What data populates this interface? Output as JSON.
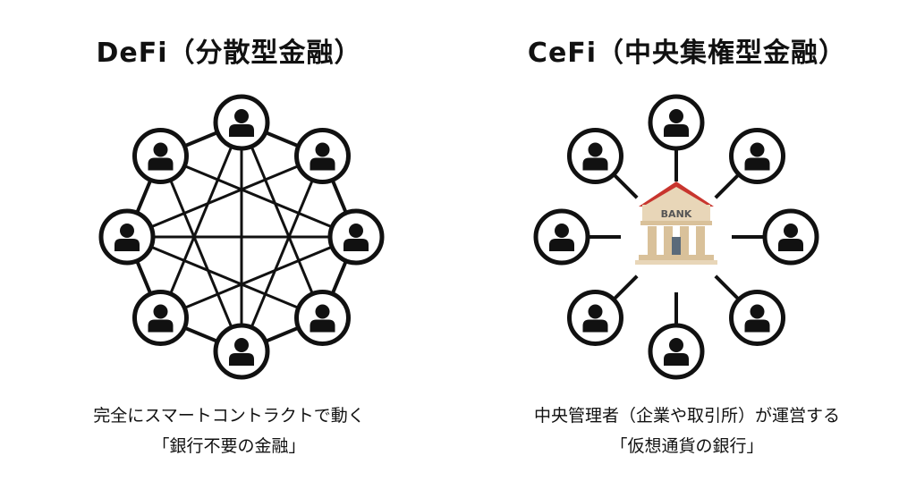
{
  "defi": {
    "title": "DeFi（分散型金融）",
    "caption_line1": "完全にスマートコントラクトで動く",
    "caption_line2": "「銀行不要の金融」",
    "highlight_color": "#f9d84a"
  },
  "cefi": {
    "title": "CeFi（中央集権型金融）",
    "caption_line1": "中央管理者（企業や取引所）が運営する",
    "caption_line2": "「仮想通貨の銀行」",
    "highlight_color": "#dcdcdc",
    "bank_label": "BANK"
  },
  "icons": {
    "node": "user-icon",
    "center": "bank-icon"
  },
  "colors": {
    "stroke": "#111111",
    "bank_roof": "#c8352e",
    "bank_body": "#e8d6b8",
    "bank_column": "#d9c19a"
  }
}
